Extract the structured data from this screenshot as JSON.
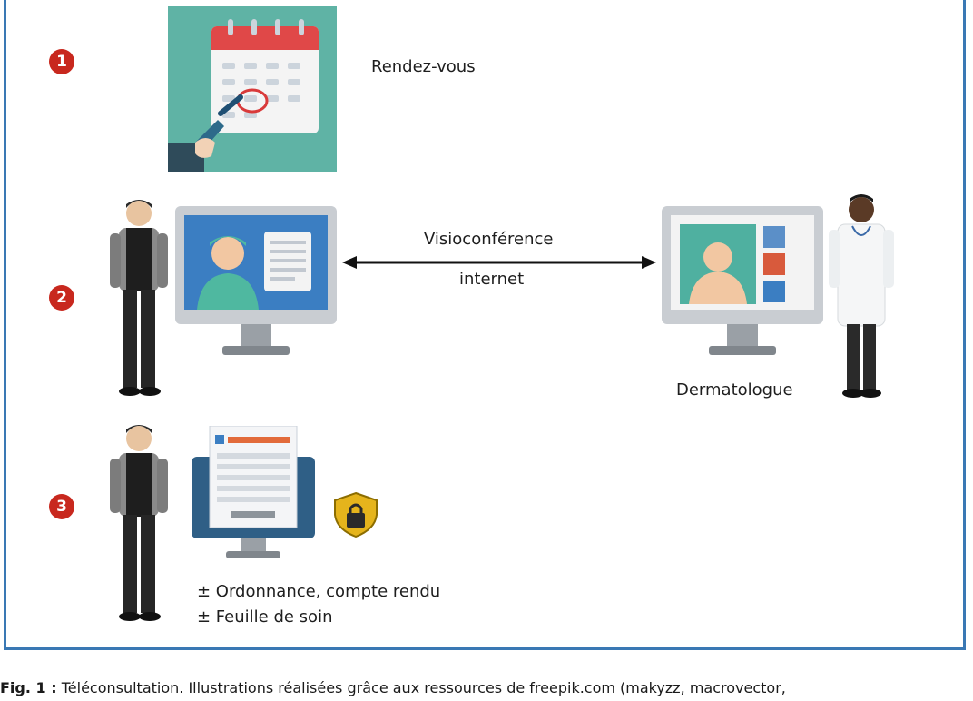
{
  "steps": [
    {
      "number": "1",
      "label": "Rendez-vous"
    },
    {
      "number": "2"
    },
    {
      "number": "3"
    }
  ],
  "arrow": {
    "top_label": "Visioconférence",
    "bottom_label": "internet"
  },
  "doctor_label": "Dermatologue",
  "documents": [
    "± Ordonnance, compte rendu",
    "± Feuille de soin"
  ],
  "caption": {
    "prefix": "Fig. 1 :",
    "text": "Téléconsultation. Illustrations réalisées grâce aux ressources de freepik.com (makyzz, macrovector,"
  },
  "colors": {
    "frame": "#3a78b4",
    "badge": "#c8281e",
    "calendar_bg": "#5fb3a5"
  }
}
